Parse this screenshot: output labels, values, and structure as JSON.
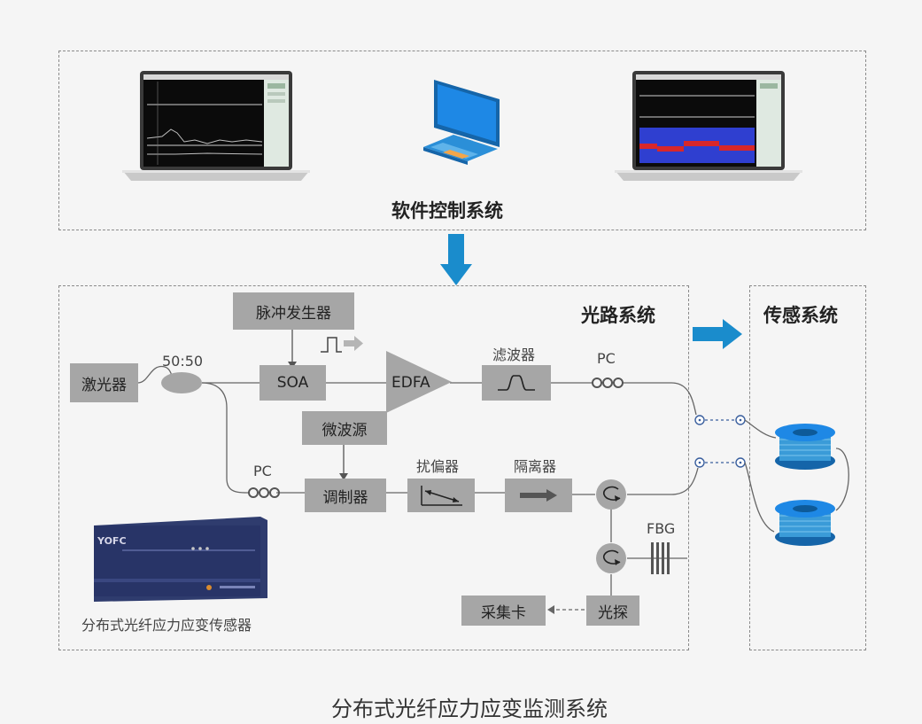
{
  "software": {
    "title": "软件控制系统"
  },
  "optical": {
    "title": "光路系统"
  },
  "sensing": {
    "title": "传感系统"
  },
  "components": {
    "pulse_generator": "脉冲发生器",
    "laser": "激光器",
    "splitter": "50:50",
    "soa": "SOA",
    "edfa": "EDFA",
    "filter_label": "滤波器",
    "pc_top": "PC",
    "microwave": "微波源",
    "pc_bottom": "PC",
    "modulator": "调制器",
    "scrambler_label": "扰偏器",
    "isolator_label": "隔离器",
    "fbg": "FBG",
    "daq": "采集卡",
    "photodetector": "光探"
  },
  "device": {
    "brand": "YOFC",
    "caption": "分布式光纤应力应变传感器"
  },
  "figure_title": "分布式光纤应力应变监测系统",
  "colors": {
    "accent_blue": "#1a8ccc",
    "box_gray": "#a6a6a6"
  }
}
